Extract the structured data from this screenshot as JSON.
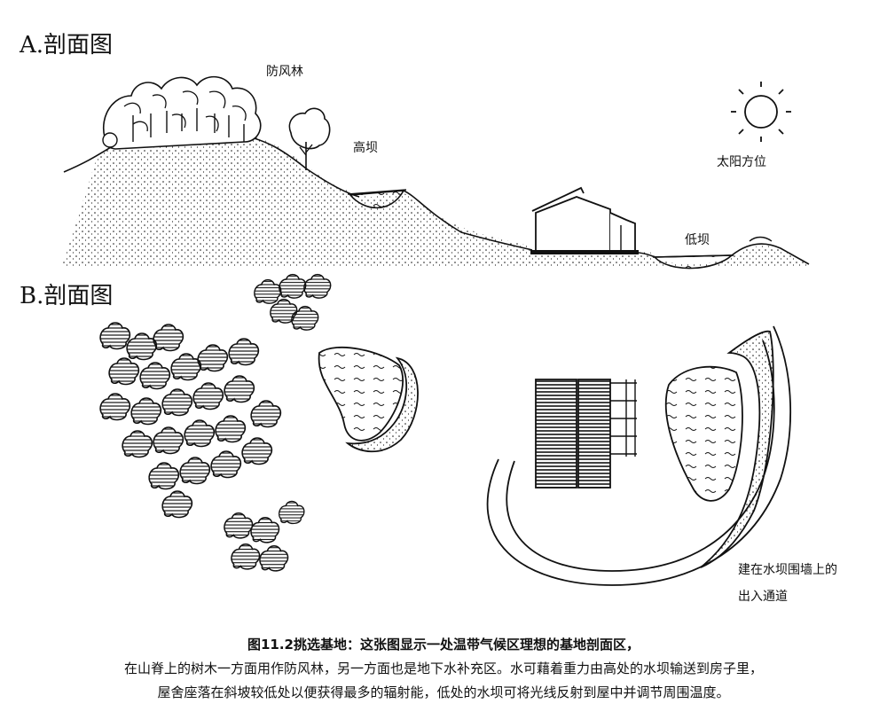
{
  "section_a": {
    "title": "A.剖面图",
    "labels": {
      "windbreak": "防风林",
      "high_dam": "高坝",
      "sun_direction": "太阳方位",
      "low_dam": "低坝"
    }
  },
  "section_b": {
    "title": "B.剖面图",
    "labels": {
      "passage_line1": "建在水坝围墙上的",
      "passage_line2": "出入通道"
    }
  },
  "caption": {
    "line1": "图11.2挑选基地：这张图显示一处温带气候区理想的基地剖面区，",
    "line2": "在山脊上的树木一方面用作防风林，另一方面也是地下水补充区。水可藉着重力由高处的水坝输送到房子里，",
    "line3": "屋舍座落在斜坡较低处以便获得最多的辐射能，低处的水坝可将光线反射到屋中并调节周围温度。"
  },
  "colors": {
    "ink": "#111111",
    "paper": "#ffffff"
  }
}
